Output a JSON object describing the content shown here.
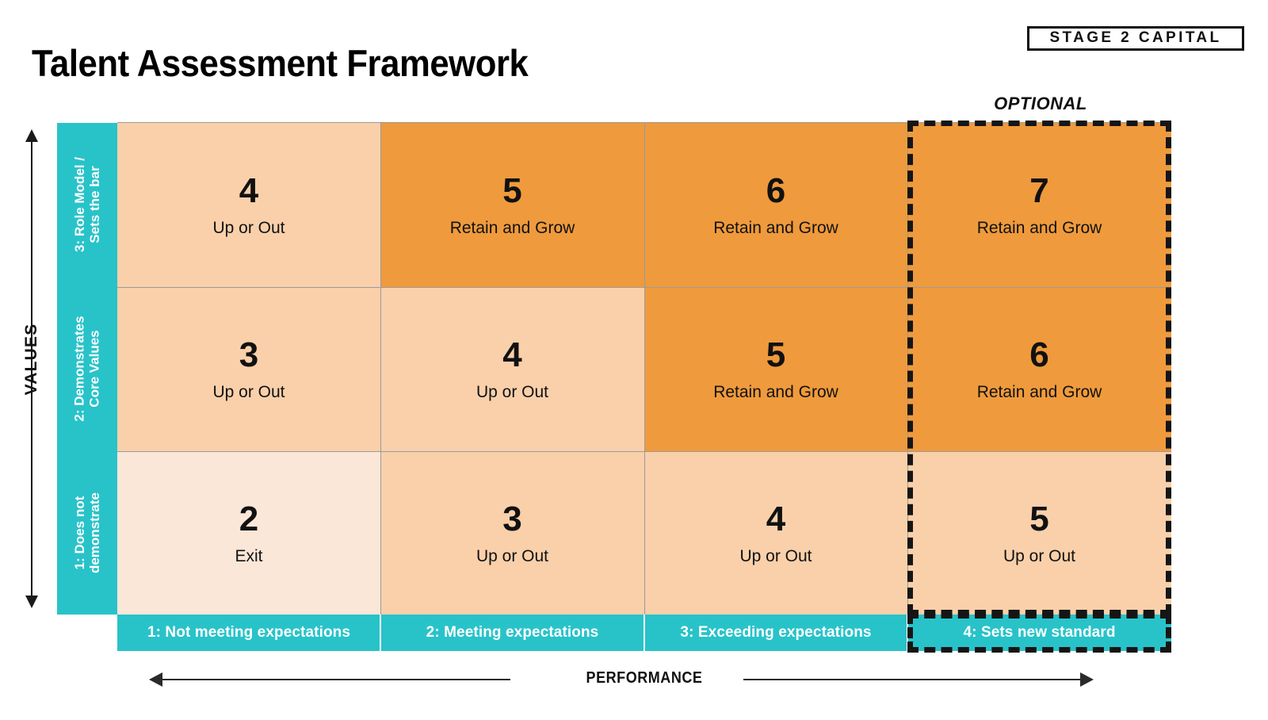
{
  "header": {
    "title": "Talent Assessment Framework",
    "logo_text": "STAGE 2 CAPITAL"
  },
  "annotations": {
    "optional_label": "OPTIONAL"
  },
  "axes": {
    "y": {
      "title": "VALUES",
      "categories": [
        "1: Does not\ndemonstrate",
        "2: Demonstrates\nCore Values",
        "3: Role Model /\nSets the bar"
      ]
    },
    "x": {
      "title": "PERFORMANCE",
      "categories": [
        "1: Not meeting expectations",
        "2: Meeting expectations",
        "3: Exceeding expectations",
        "4: Sets new standard"
      ]
    }
  },
  "colors": {
    "teal": "#28c3c9",
    "orange": "#ef9a3c",
    "peach_mid": "#f9d0aa",
    "peach_light": "#fae7d8",
    "grid_line": "#9b9b9b",
    "ink": "#111111"
  },
  "chart_data": {
    "type": "heatmap",
    "title": "Talent Assessment Framework",
    "xlabel": "PERFORMANCE",
    "ylabel": "VALUES",
    "x_categories": [
      "1: Not meeting expectations",
      "2: Meeting expectations",
      "3: Exceeding expectations",
      "4: Sets new standard"
    ],
    "y_categories": [
      "1: Does not demonstrate",
      "2: Demonstrates Core Values",
      "3: Role Model / Sets the bar"
    ],
    "legend": [],
    "grid": true,
    "cells": [
      {
        "row": 3,
        "col": 1,
        "score": "4",
        "action": "Up or Out",
        "fill": "#f9d0aa"
      },
      {
        "row": 3,
        "col": 2,
        "score": "5",
        "action": "Retain and Grow",
        "fill": "#ef9a3c"
      },
      {
        "row": 3,
        "col": 3,
        "score": "6",
        "action": "Retain and Grow",
        "fill": "#ef9a3c"
      },
      {
        "row": 3,
        "col": 4,
        "score": "7",
        "action": "Retain and Grow",
        "fill": "#ef9a3c"
      },
      {
        "row": 2,
        "col": 1,
        "score": "3",
        "action": "Up or Out",
        "fill": "#f9d0aa"
      },
      {
        "row": 2,
        "col": 2,
        "score": "4",
        "action": "Up or Out",
        "fill": "#f9d0aa"
      },
      {
        "row": 2,
        "col": 3,
        "score": "5",
        "action": "Retain and Grow",
        "fill": "#ef9a3c"
      },
      {
        "row": 2,
        "col": 4,
        "score": "6",
        "action": "Retain and Grow",
        "fill": "#ef9a3c"
      },
      {
        "row": 1,
        "col": 1,
        "score": "2",
        "action": "Exit",
        "fill": "#fae7d8"
      },
      {
        "row": 1,
        "col": 2,
        "score": "3",
        "action": "Up or Out",
        "fill": "#f9d0aa"
      },
      {
        "row": 1,
        "col": 3,
        "score": "4",
        "action": "Up or Out",
        "fill": "#f9d0aa"
      },
      {
        "row": 1,
        "col": 4,
        "score": "5",
        "action": "Up or Out",
        "fill": "#f9d0aa"
      }
    ],
    "annotations": [
      {
        "text": "OPTIONAL",
        "target": "column 4 — dashed outline"
      }
    ]
  }
}
